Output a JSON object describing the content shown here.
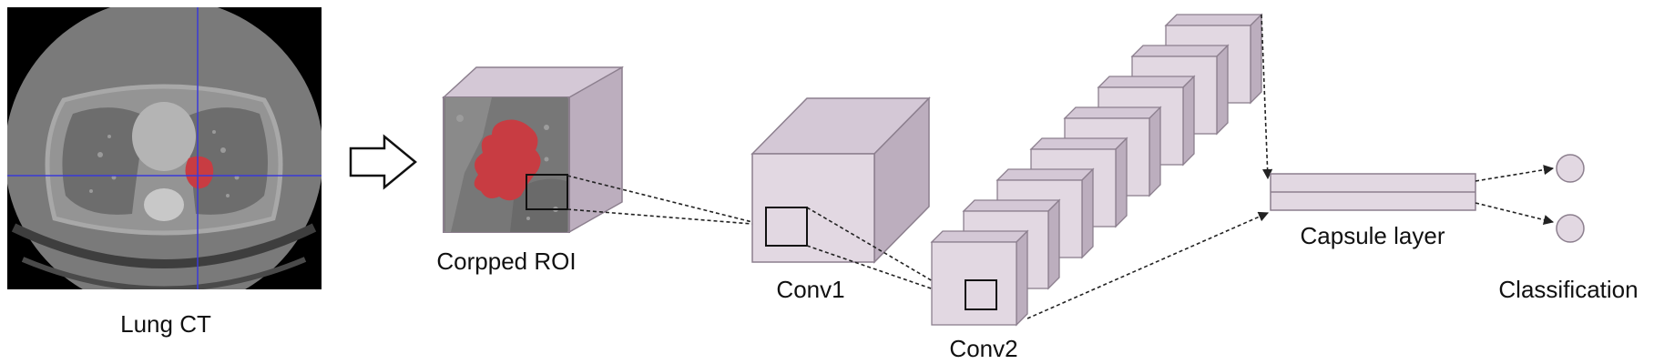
{
  "labels": {
    "lung_ct": "Lung CT",
    "cropped_roi": "Corpped ROI",
    "conv1": "Conv1",
    "conv2": "Conv2",
    "capsule_layer": "Capsule layer",
    "classification": "Classification"
  },
  "colors": {
    "cube_front": "#e2d8e2",
    "cube_top": "#d4c8d6",
    "cube_side": "#bcaebe",
    "cube_stroke": "#8c7f8e",
    "lesion": "#c83c42",
    "crosshair": "#3a3ad8",
    "ct_gray": "#7c7c7c",
    "arrow": "#222222"
  },
  "icons": [
    "hollow-right-arrow-icon",
    "dashed-arrow-icon",
    "output-node-icon"
  ]
}
